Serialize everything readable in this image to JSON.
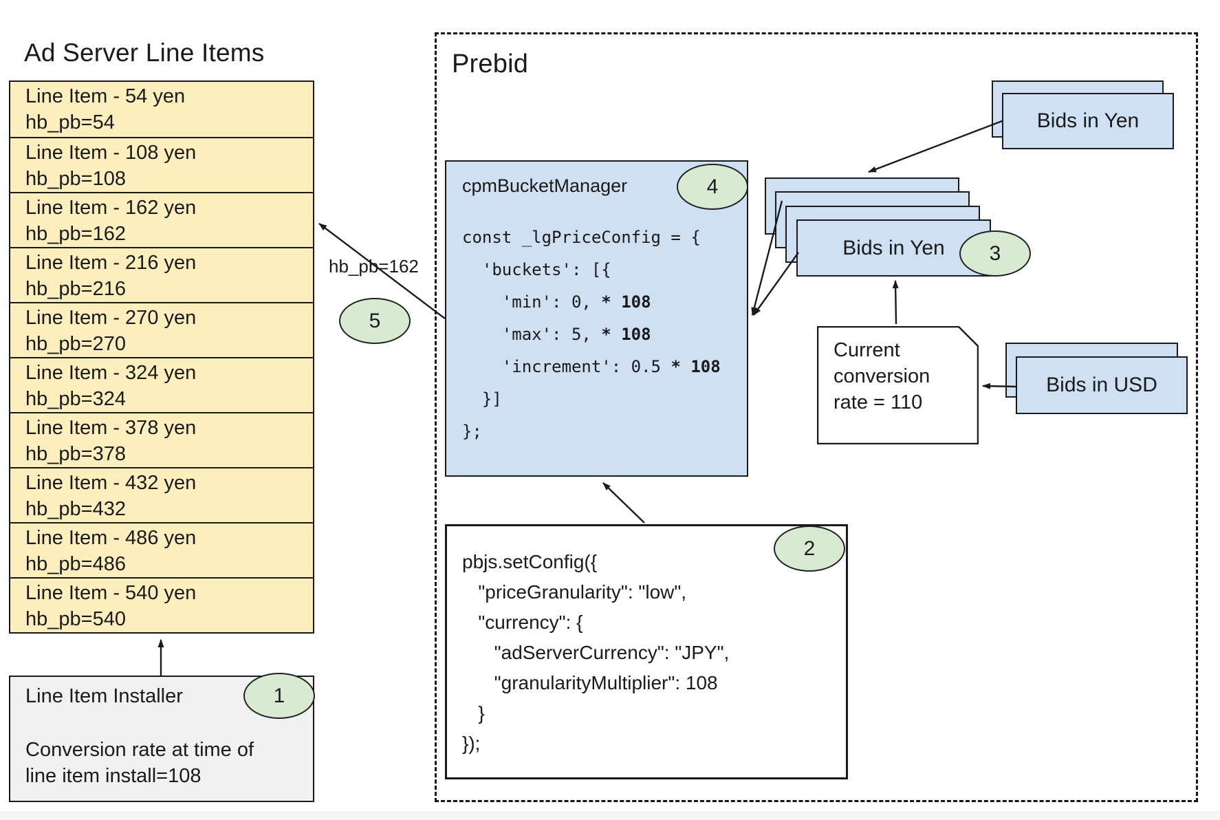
{
  "colors": {
    "card_blue": "#cfe0f2",
    "row_yellow": "#fdeebd",
    "badge_green": "#d9ead3",
    "installer_gray": "#f1f1f1",
    "ink": "#1a1a1a"
  },
  "ad_server": {
    "title": "Ad Server Line Items",
    "line_items": [
      {
        "t": "Line Item - 54 yen",
        "k": "hb_pb=54"
      },
      {
        "t": "Line Item - 108 yen",
        "k": "hb_pb=108"
      },
      {
        "t": "Line Item - 162 yen",
        "k": "hb_pb=162"
      },
      {
        "t": "Line Item - 216 yen",
        "k": "hb_pb=216"
      },
      {
        "t": "Line Item - 270 yen",
        "k": "hb_pb=270"
      },
      {
        "t": "Line Item - 324 yen",
        "k": "hb_pb=324"
      },
      {
        "t": "Line Item - 378 yen",
        "k": "hb_pb=378"
      },
      {
        "t": "Line Item - 432 yen",
        "k": "hb_pb=432"
      },
      {
        "t": "Line Item - 486 yen",
        "k": "hb_pb=486"
      },
      {
        "t": "Line Item - 540 yen",
        "k": "hb_pb=540"
      }
    ],
    "installer": {
      "title": "Line Item Installer",
      "note_lines": [
        "Conversion rate at time of",
        "line item install=108"
      ]
    }
  },
  "prebid": {
    "title": "Prebid",
    "bucket_manager": {
      "label": "cpmBucketManager",
      "code_lines": [
        {
          "pre": "const _lgPriceConfig = {"
        },
        {
          "pre": "  'buckets': [{"
        },
        {
          "pre": "    'min': 0, ",
          "bold": "* 108"
        },
        {
          "pre": "    'max': 5, ",
          "bold": "* 108"
        },
        {
          "pre": "    'increment': 0.5 ",
          "bold": "* 108"
        },
        {
          "pre": "  }]"
        },
        {
          "pre": "};"
        }
      ]
    },
    "set_config": {
      "code_lines": [
        "pbjs.setConfig({",
        "   \"priceGranularity\": \"low\",",
        "   \"currency\": {",
        "      \"adServerCurrency\": \"JPY\",",
        "      \"granularityMultiplier\": 108",
        "   }",
        "});"
      ]
    },
    "bids_yen_top": {
      "label": "Bids in Yen"
    },
    "bids_yen_stack": {
      "label": "Bids in Yen"
    },
    "bids_usd": {
      "label": "Bids in USD"
    },
    "conversion_note": {
      "lines": [
        "Current",
        "conversion",
        "rate = 110"
      ]
    }
  },
  "labels": {
    "hb_pb_arrow": "hb_pb=162"
  },
  "badges": {
    "b1": "1",
    "b2": "2",
    "b3": "3",
    "b4": "4",
    "b5": "5"
  }
}
